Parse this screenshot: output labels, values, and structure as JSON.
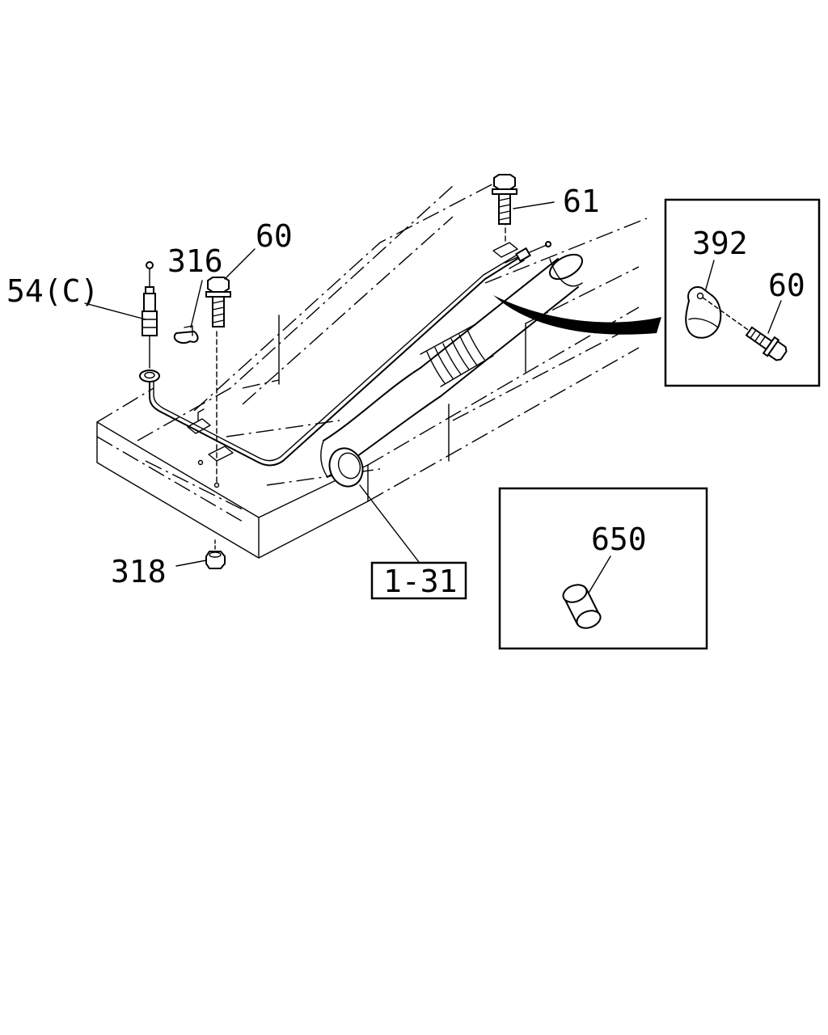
{
  "labels": {
    "p54c": "54(C)",
    "p316": "316",
    "p60_main": "60",
    "p61": "61",
    "p318": "318",
    "p1_31": "1-31",
    "p392": "392",
    "p60_inset": "60",
    "p650": "650"
  }
}
